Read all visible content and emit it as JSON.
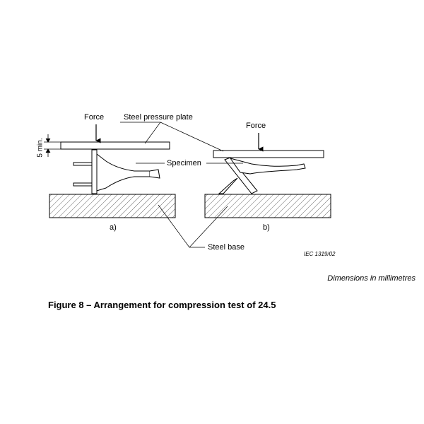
{
  "labels": {
    "force_a": "Force",
    "force_b": "Force",
    "steel_pressure_plate": "Steel pressure plate",
    "specimen": "Specimen",
    "steel_base": "Steel base",
    "sub_a": "a)",
    "sub_b": "b)",
    "min_dimension": "5 min.",
    "iec_ref": "IEC  1319/02"
  },
  "dimensions_note": "Dimensions in millimetres",
  "caption": "Figure 8 – Arrangement for compression test of 24.5",
  "colors": {
    "line": "#000000",
    "hatch": "#555555",
    "background": "#ffffff"
  }
}
